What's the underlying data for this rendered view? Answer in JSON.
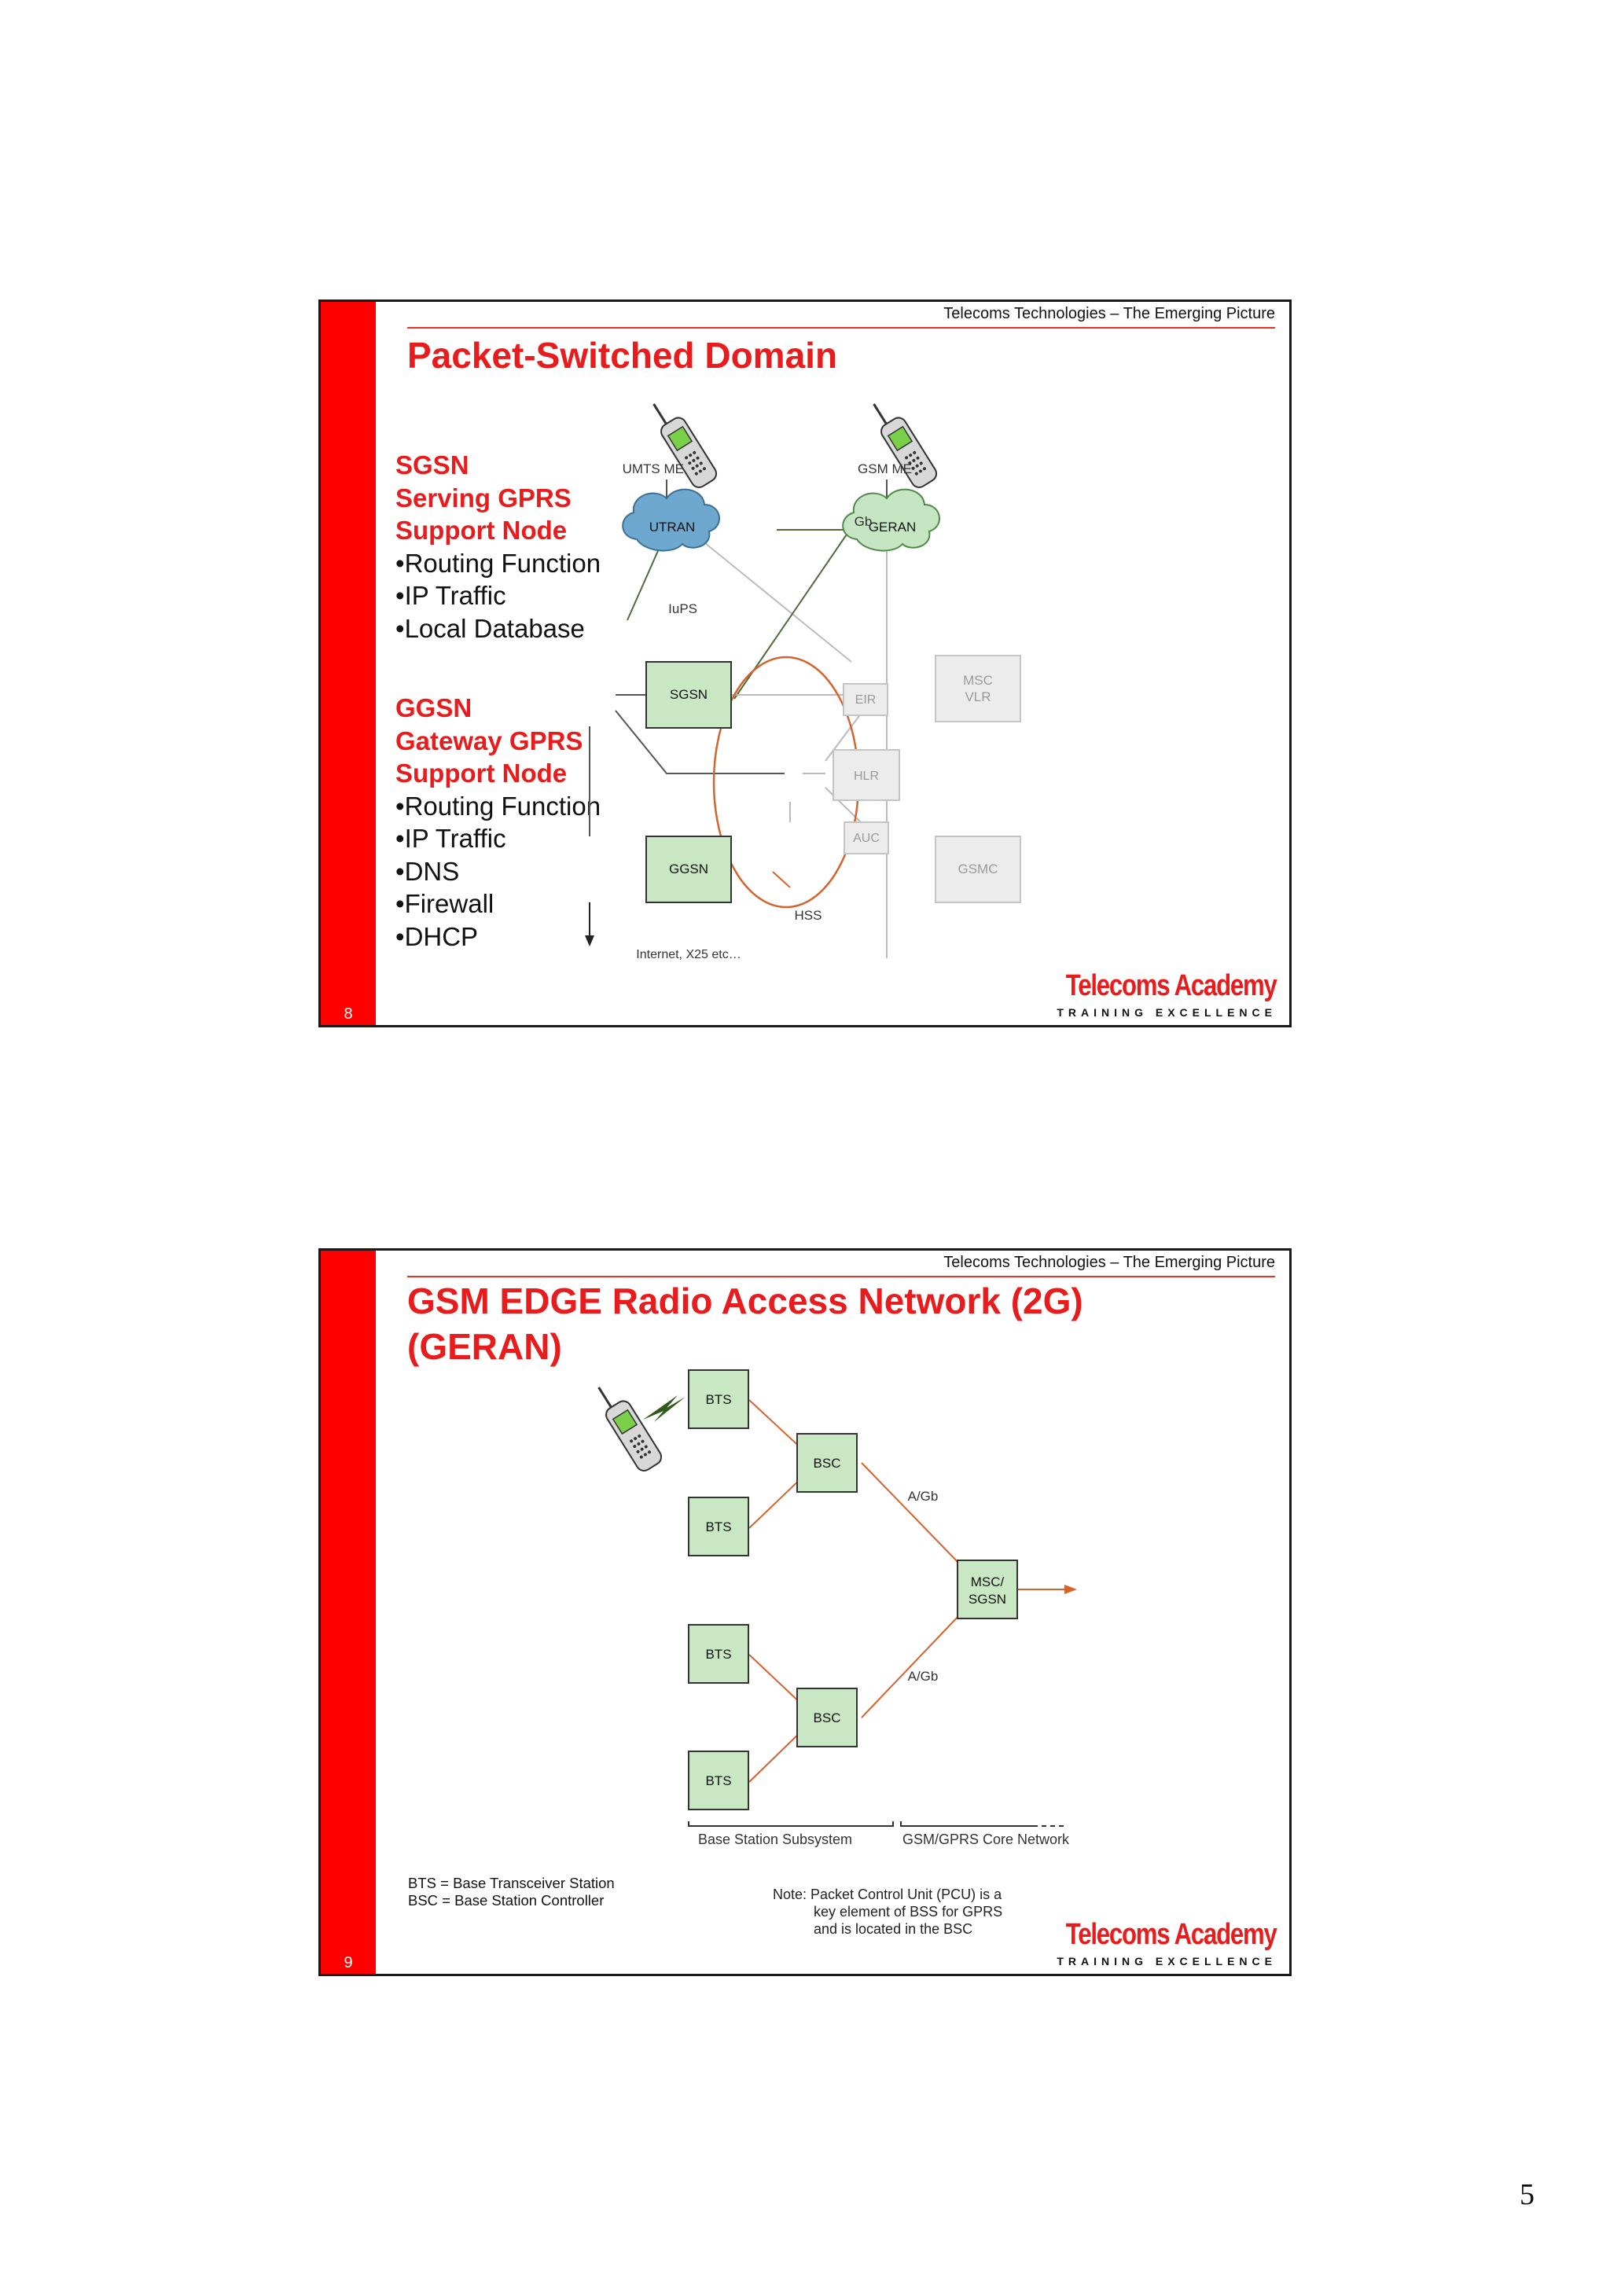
{
  "slides": [
    {
      "number": "8",
      "caption": "Telecoms Technologies – The Emerging Picture",
      "title": "Packet-Switched Domain",
      "logo": {
        "main": "Telecoms Academy",
        "sub": "TRAINING EXCELLENCE"
      },
      "sgsn": {
        "heading": [
          "SGSN",
          "Serving GPRS",
          "Support Node"
        ],
        "items": [
          "Routing Function",
          "IP Traffic",
          "Local Database"
        ]
      },
      "ggsn": {
        "heading": [
          "GGSN",
          "Gateway GPRS",
          "Support Node"
        ],
        "items": [
          "Routing Function",
          "IP Traffic",
          "DNS",
          "Firewall",
          "DHCP"
        ]
      },
      "diagram": {
        "umts_me": "UMTS ME",
        "gsm_me": "GSM ME",
        "utran": "UTRAN",
        "geran": "GERAN",
        "gb": "Gb",
        "iups": "IuPS",
        "sgsn": "SGSN",
        "ggsn": "GGSN",
        "eir": "EIR",
        "hlr": "HLR",
        "auc": "AUC",
        "hss": "HSS",
        "msc": "MSC",
        "vlr": "VLR",
        "gsmc": "GSMC",
        "internet": "Internet, X25 etc…"
      }
    },
    {
      "number": "9",
      "caption": "Telecoms Technologies – The Emerging Picture",
      "title_line1": "GSM EDGE Radio Access Network (2G)",
      "title_line2": "(GERAN)",
      "logo": {
        "main": "Telecoms Academy",
        "sub": "TRAINING EXCELLENCE"
      },
      "diagram": {
        "bts": "BTS",
        "bsc": "BSC",
        "msc_line1": "MSC/",
        "msc_line2": "SGSN",
        "agb": "A/Gb",
        "bss": "Base Station Subsystem",
        "core": "GSM/GPRS Core Network"
      },
      "legend": [
        "BTS = Base Transceiver Station",
        "BSC = Base Station Controller"
      ],
      "note": [
        "Note: Packet Control Unit (PCU) is a",
        "key element of BSS for GPRS",
        "and is located in the BSC"
      ]
    }
  ],
  "page_number": "5"
}
